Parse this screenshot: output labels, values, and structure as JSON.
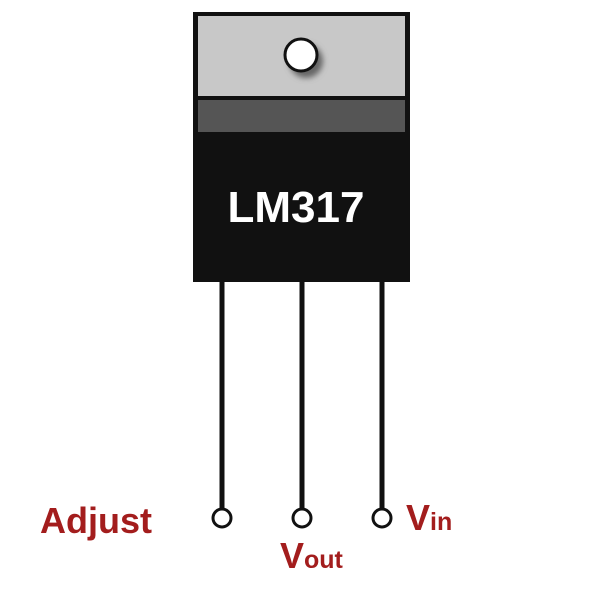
{
  "component": {
    "part_number": "LM317",
    "label_color": "#a31d1d",
    "body_color": "#111111",
    "tab_color": "#c8c8c8",
    "band_color": "#555555"
  },
  "pins": [
    {
      "name": "Adjust"
    },
    {
      "name_main": "V",
      "name_sub": "out"
    },
    {
      "name_main": "V",
      "name_sub": "in"
    }
  ]
}
